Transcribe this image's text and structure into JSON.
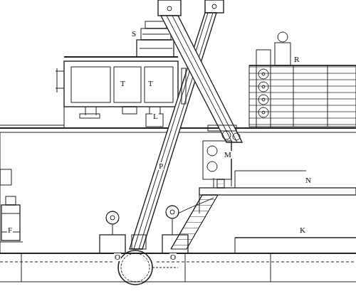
{
  "diagram": {
    "labels": [
      "S",
      "T",
      "T",
      "R",
      "L",
      "M",
      "P",
      "N",
      "F",
      "K",
      "O",
      "O"
    ]
  }
}
